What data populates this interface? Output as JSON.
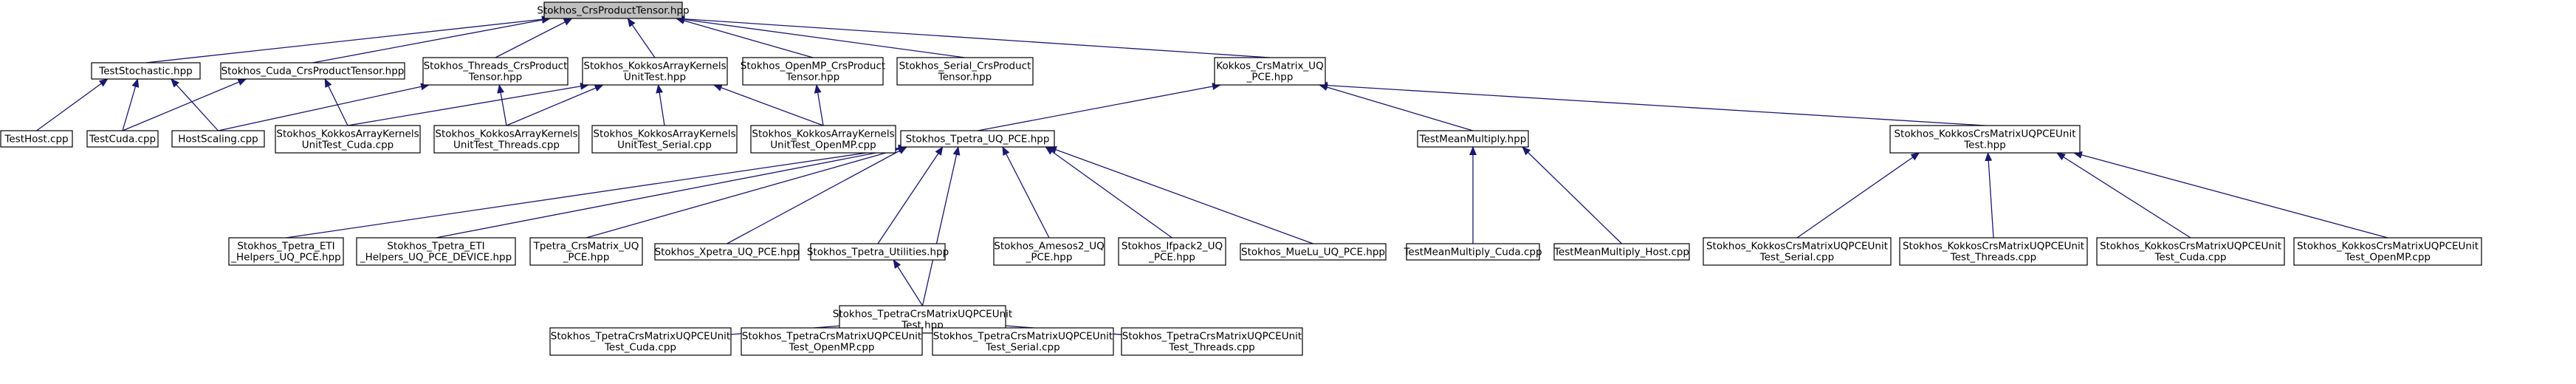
{
  "diagram": {
    "colors": {
      "edge": "#191970",
      "root_fill": "#bfbfbf",
      "node_fill": "#ffffff",
      "node_border": "#000000"
    },
    "nodes": [
      {
        "id": "n0",
        "lines": [
          "Stokhos_CrsProductTensor.hpp"
        ],
        "root": true
      },
      {
        "id": "n1",
        "lines": [
          "TestStochastic.hpp"
        ]
      },
      {
        "id": "n2",
        "lines": [
          "Stokhos_Cuda_CrsProductTensor.hpp"
        ]
      },
      {
        "id": "n3",
        "lines": [
          "Stokhos_Threads_CrsProduct",
          "Tensor.hpp"
        ]
      },
      {
        "id": "n4",
        "lines": [
          "Stokhos_KokkosArrayKernels",
          "UnitTest.hpp"
        ]
      },
      {
        "id": "n5",
        "lines": [
          "Stokhos_OpenMP_CrsProduct",
          "Tensor.hpp"
        ]
      },
      {
        "id": "n6",
        "lines": [
          "Stokhos_Serial_CrsProduct",
          "Tensor.hpp"
        ]
      },
      {
        "id": "n7",
        "lines": [
          "Kokkos_CrsMatrix_UQ",
          "_PCE.hpp"
        ]
      },
      {
        "id": "n8",
        "lines": [
          "TestHost.cpp"
        ]
      },
      {
        "id": "n9",
        "lines": [
          "TestCuda.cpp"
        ]
      },
      {
        "id": "n10",
        "lines": [
          "HostScaling.cpp"
        ]
      },
      {
        "id": "n11",
        "lines": [
          "Stokhos_KokkosArrayKernels",
          "UnitTest_Cuda.cpp"
        ]
      },
      {
        "id": "n12",
        "lines": [
          "Stokhos_KokkosArrayKernels",
          "UnitTest_Threads.cpp"
        ]
      },
      {
        "id": "n13",
        "lines": [
          "Stokhos_KokkosArrayKernels",
          "UnitTest_Serial.cpp"
        ]
      },
      {
        "id": "n14",
        "lines": [
          "Stokhos_KokkosArrayKernels",
          "UnitTest_OpenMP.cpp"
        ]
      },
      {
        "id": "n15",
        "lines": [
          "Stokhos_Tpetra_UQ_PCE.hpp"
        ]
      },
      {
        "id": "n16",
        "lines": [
          "TestMeanMultiply.hpp"
        ]
      },
      {
        "id": "n17",
        "lines": [
          "Stokhos_KokkosCrsMatrixUQPCEUnit",
          "Test.hpp"
        ]
      },
      {
        "id": "n18",
        "lines": [
          "Stokhos_Tpetra_ETI",
          "_Helpers_UQ_PCE.hpp"
        ]
      },
      {
        "id": "n19",
        "lines": [
          "Stokhos_Tpetra_ETI",
          "_Helpers_UQ_PCE_DEVICE.hpp"
        ]
      },
      {
        "id": "n20",
        "lines": [
          "Tpetra_CrsMatrix_UQ",
          "_PCE.hpp"
        ]
      },
      {
        "id": "n21",
        "lines": [
          "Stokhos_Xpetra_UQ_PCE.hpp"
        ]
      },
      {
        "id": "n22",
        "lines": [
          "Stokhos_Tpetra_Utilities.hpp"
        ]
      },
      {
        "id": "n23",
        "lines": [
          "Stokhos_Amesos2_UQ",
          "_PCE.hpp"
        ]
      },
      {
        "id": "n24",
        "lines": [
          "Stokhos_Ifpack2_UQ",
          "_PCE.hpp"
        ]
      },
      {
        "id": "n25",
        "lines": [
          "Stokhos_MueLu_UQ_PCE.hpp"
        ]
      },
      {
        "id": "n26",
        "lines": [
          "TestMeanMultiply_Cuda.cpp"
        ]
      },
      {
        "id": "n27",
        "lines": [
          "TestMeanMultiply_Host.cpp"
        ]
      },
      {
        "id": "n28",
        "lines": [
          "Stokhos_KokkosCrsMatrixUQPCEUnit",
          "Test_Serial.cpp"
        ]
      },
      {
        "id": "n29",
        "lines": [
          "Stokhos_KokkosCrsMatrixUQPCEUnit",
          "Test_Threads.cpp"
        ]
      },
      {
        "id": "n30",
        "lines": [
          "Stokhos_KokkosCrsMatrixUQPCEUnit",
          "Test_Cuda.cpp"
        ]
      },
      {
        "id": "n31",
        "lines": [
          "Stokhos_KokkosCrsMatrixUQPCEUnit",
          "Test_OpenMP.cpp"
        ]
      },
      {
        "id": "n32",
        "lines": [
          "Stokhos_TpetraCrsMatrixUQPCEUnit",
          "Test.hpp"
        ]
      },
      {
        "id": "n33",
        "lines": [
          "Stokhos_TpetraCrsMatrixUQPCEUnit",
          "Test_Cuda.cpp"
        ]
      },
      {
        "id": "n34",
        "lines": [
          "Stokhos_TpetraCrsMatrixUQPCEUnit",
          "Test_OpenMP.cpp"
        ]
      },
      {
        "id": "n35",
        "lines": [
          "Stokhos_TpetraCrsMatrixUQPCEUnit",
          "Test_Serial.cpp"
        ]
      },
      {
        "id": "n36",
        "lines": [
          "Stokhos_TpetraCrsMatrixUQPCEUnit",
          "Test_Threads.cpp"
        ]
      }
    ],
    "edges": [
      [
        "n1",
        "n0"
      ],
      [
        "n2",
        "n0"
      ],
      [
        "n3",
        "n0"
      ],
      [
        "n4",
        "n0"
      ],
      [
        "n5",
        "n0"
      ],
      [
        "n6",
        "n0"
      ],
      [
        "n7",
        "n0"
      ],
      [
        "n8",
        "n1"
      ],
      [
        "n9",
        "n1"
      ],
      [
        "n10",
        "n1"
      ],
      [
        "n9",
        "n2"
      ],
      [
        "n11",
        "n2"
      ],
      [
        "n10",
        "n3"
      ],
      [
        "n12",
        "n3"
      ],
      [
        "n11",
        "n4"
      ],
      [
        "n12",
        "n4"
      ],
      [
        "n13",
        "n4"
      ],
      [
        "n14",
        "n4"
      ],
      [
        "n14",
        "n5"
      ],
      [
        "n15",
        "n7"
      ],
      [
        "n16",
        "n7"
      ],
      [
        "n17",
        "n7"
      ],
      [
        "n18",
        "n15"
      ],
      [
        "n19",
        "n15"
      ],
      [
        "n20",
        "n15"
      ],
      [
        "n21",
        "n15"
      ],
      [
        "n22",
        "n15"
      ],
      [
        "n23",
        "n15"
      ],
      [
        "n24",
        "n15"
      ],
      [
        "n25",
        "n15"
      ],
      [
        "n32",
        "n15"
      ],
      [
        "n32",
        "n22"
      ],
      [
        "n26",
        "n16"
      ],
      [
        "n27",
        "n16"
      ],
      [
        "n28",
        "n17"
      ],
      [
        "n29",
        "n17"
      ],
      [
        "n30",
        "n17"
      ],
      [
        "n31",
        "n17"
      ],
      [
        "n33",
        "n32"
      ],
      [
        "n34",
        "n32"
      ],
      [
        "n35",
        "n32"
      ],
      [
        "n36",
        "n32"
      ]
    ]
  }
}
